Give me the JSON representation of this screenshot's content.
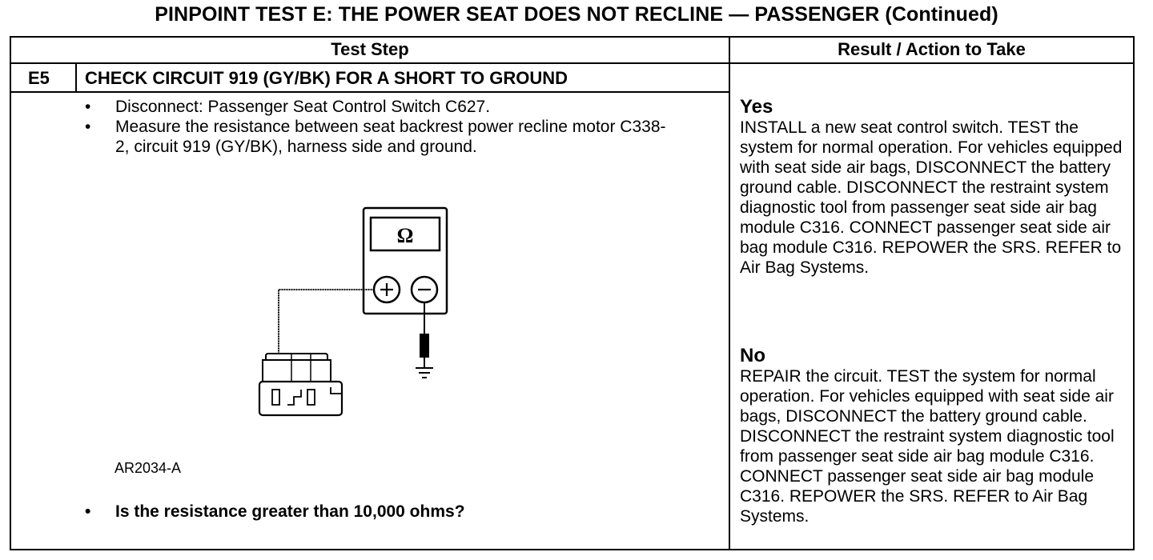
{
  "page_title": "PINPOINT TEST  E: THE POWER SEAT DOES NOT RECLINE — PASSENGER (Continued)",
  "table": {
    "col_test_step": "Test Step",
    "col_result": "Result / Action to Take"
  },
  "step": {
    "id": "E5",
    "title": "CHECK CIRCUIT 919 (GY/BK) FOR A SHORT TO GROUND",
    "bullets": [
      "Disconnect: Passenger Seat Control Switch C627.",
      "Measure the resistance between seat backrest power recline motor C338-2, circuit 919 (GY/BK), harness side and ground."
    ],
    "figure_id": "AR2034-A",
    "question": "Is the resistance greater than 10,000 ohms?",
    "bullet_char": "•",
    "meter_symbol": "Ω"
  },
  "results": {
    "yes_label": "Yes",
    "yes_text": "INSTALL a new seat control switch. TEST the system for normal operation. For vehicles equipped with seat side air bags, DISCONNECT the battery ground cable. DISCONNECT the  restraint system diagnostic tool from passenger seat side air bag module C316. CONNECT passenger seat side air bag module C316. REPOWER the SRS. REFER to Air Bag Systems.",
    "no_label": "No",
    "no_text": "REPAIR the circuit. TEST the system for normal operation. For vehicles equipped with seat side air bags, DISCONNECT the battery ground cable. DISCONNECT the restraint system diagnostic tool from passenger seat side air bag module C316. CONNECT  passenger seat side air bag module C316. REPOWER the SRS. REFER to Air Bag Systems."
  }
}
